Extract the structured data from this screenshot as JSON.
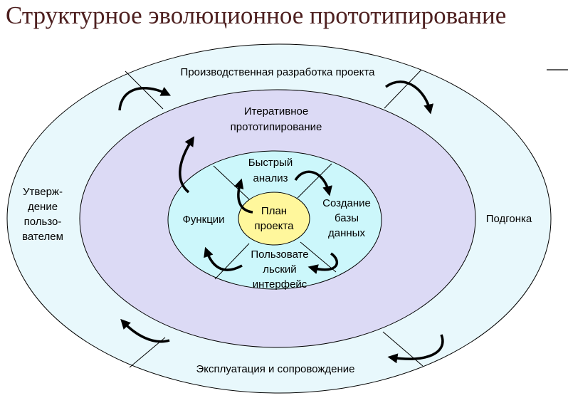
{
  "title": "Структурное эволюционное прототипирование",
  "colors": {
    "outer_ring": "#e8f8fc",
    "middle_ring": "#dcdaf5",
    "inner_ring": "#ccf7fb",
    "center": "#fff79c",
    "title": "#4d1f1f",
    "stroke": "#000000"
  },
  "outer_ring": {
    "top": "Производственная разработка проекта",
    "right": "Подгонка",
    "bottom": "Эксплуатация и сопровождение",
    "left": [
      "Утверж-",
      "дение",
      "пользо-",
      "вателем"
    ]
  },
  "middle_ring": {
    "label": [
      "Итеративное",
      "прототипирование"
    ]
  },
  "inner_ring": {
    "top": [
      "Быстрый",
      "анализ"
    ],
    "right": [
      "Создание",
      "базы",
      "данных"
    ],
    "bottom": [
      "Пользовате",
      "льский",
      "интерфейс"
    ],
    "left": "Функции"
  },
  "center": [
    "План",
    "проекта"
  ],
  "icons": [
    "curved-arrow-icon"
  ]
}
